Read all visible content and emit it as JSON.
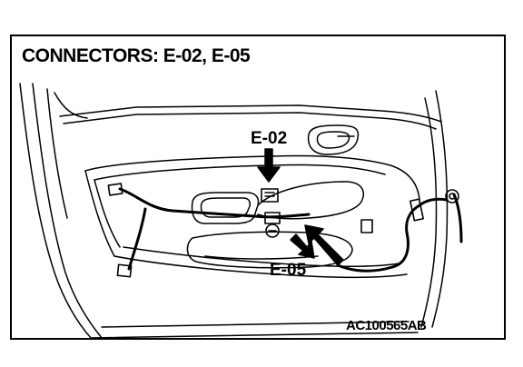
{
  "figure": {
    "title": "CONNECTORS: E-02, E-05",
    "code": "AC100565AB"
  },
  "callouts": {
    "e02": "E-02",
    "e05": "E-05"
  },
  "colors": {
    "ink": "#000000",
    "paper": "#ffffff"
  }
}
